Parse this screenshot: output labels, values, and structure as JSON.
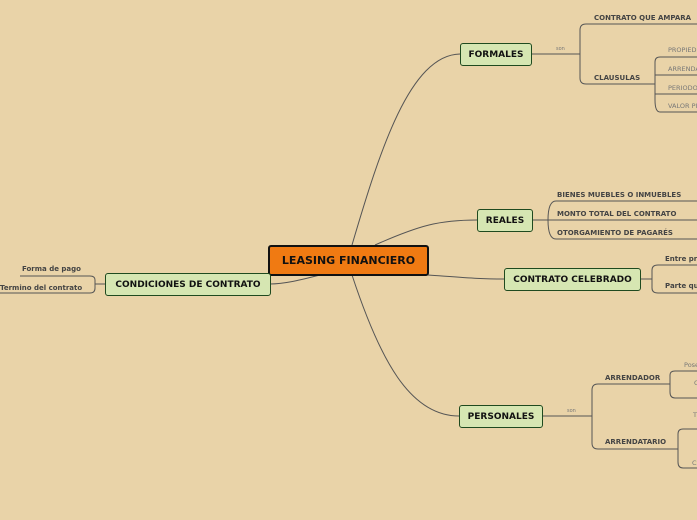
{
  "central": "LEASING FINANCIERO",
  "formales": {
    "label": "FORMALES",
    "connector": "son",
    "children": [
      "CONTRATO QUE AMPARA",
      "CLAUSULAS"
    ],
    "clausulas": [
      "PROPIED",
      "ARRENDA",
      "PERIODO",
      "VALOR PI"
    ]
  },
  "reales": {
    "label": "REALES",
    "children": [
      "BIENES MUEBLES O INMUEBLES",
      "MONTO TOTAL DEL CONTRATO",
      "OTORGAMIENTO DE PAGARÉS"
    ]
  },
  "celebrado": {
    "label": "CONTRATO CELEBRADO",
    "children": [
      "Entre pr",
      "Parte qu"
    ]
  },
  "personales": {
    "label": "PERSONALES",
    "connector": "son",
    "children": [
      "ARRENDADOR",
      "ARRENDATARIO"
    ],
    "arrendador": [
      "Pose",
      "C"
    ],
    "arrendatario": [
      "T",
      "C"
    ]
  },
  "condiciones": {
    "label": "CONDICIONES DE CONTRATO",
    "children": [
      "Forma de pago",
      "Termino del contrato"
    ]
  }
}
